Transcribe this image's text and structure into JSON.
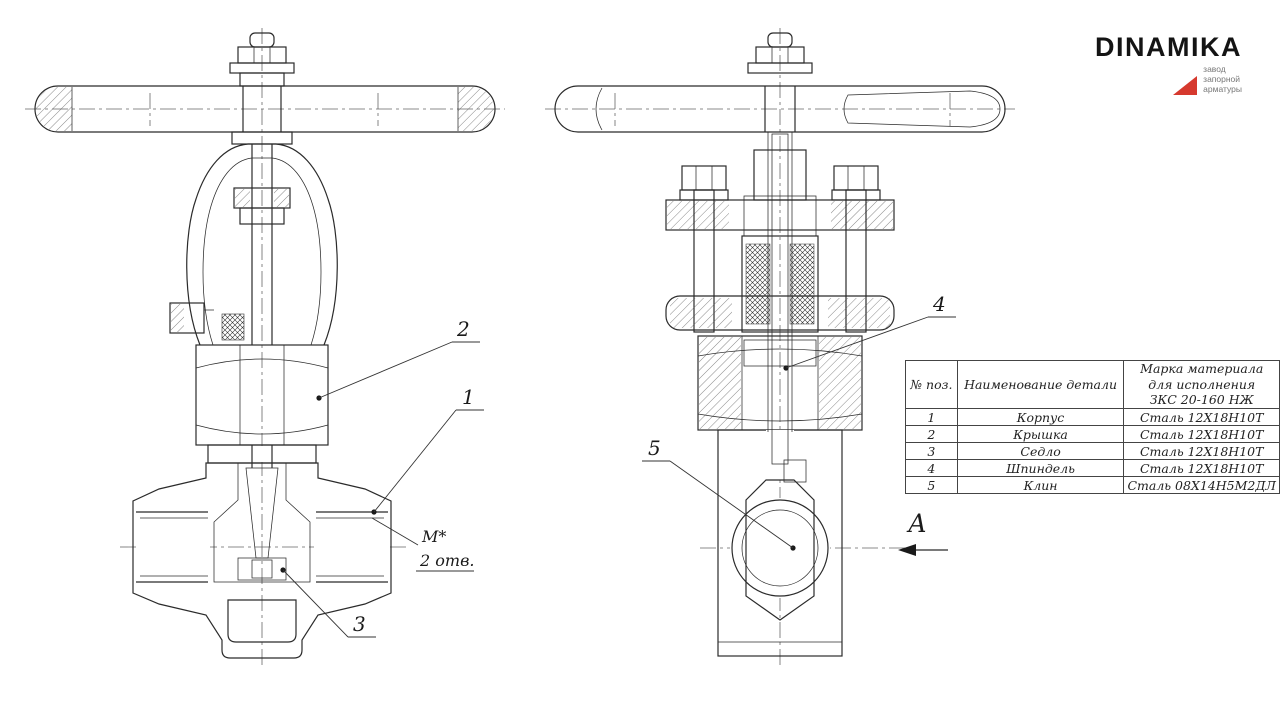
{
  "logo": {
    "brand": "DINAMIKA",
    "tagline_line1": "завод",
    "tagline_line2": "запорной",
    "tagline_line3": "арматуры",
    "accent_color": "#d6392e"
  },
  "drawing": {
    "callouts": {
      "c1": "1",
      "c2": "2",
      "c3": "3",
      "c4": "4",
      "c5": "5"
    },
    "annotations": {
      "thread": "M*",
      "holes": "2 отв.",
      "view_label": "А"
    }
  },
  "table": {
    "headers": {
      "pos": "№ поз.",
      "name": "Наименование детали",
      "material_line1": "Марка материала",
      "material_line2": "для исполнения",
      "material_line3": "ЗКС 20-160 НЖ"
    },
    "rows": [
      {
        "pos": "1",
        "name": "Корпус",
        "material": "Сталь 12Х18Н10Т"
      },
      {
        "pos": "2",
        "name": "Крышка",
        "material": "Сталь 12Х18Н10Т"
      },
      {
        "pos": "3",
        "name": "Седло",
        "material": "Сталь 12Х18Н10Т"
      },
      {
        "pos": "4",
        "name": "Шпиндель",
        "material": "Сталь 12Х18Н10Т"
      },
      {
        "pos": "5",
        "name": "Клин",
        "material": "Сталь 08Х14Н5М2ДЛ"
      }
    ]
  }
}
